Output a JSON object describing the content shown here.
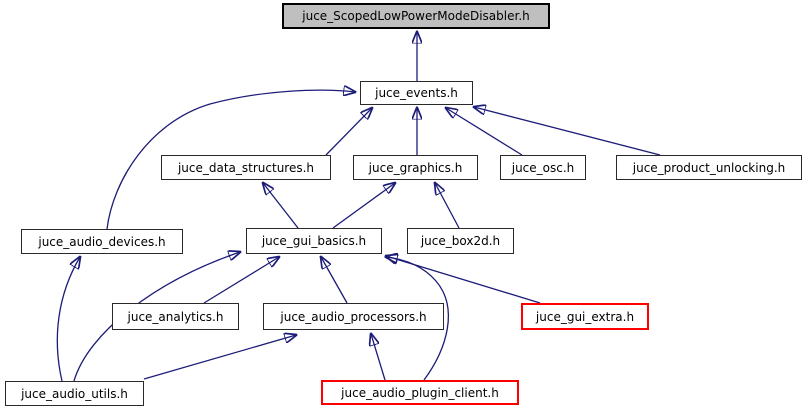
{
  "graph": {
    "kind": "doxygen-included-by-dependency-graph",
    "colors": {
      "edge": "#1c1c78",
      "node_fill": "#ffffff",
      "node_border": "#2a2a2a",
      "current_node_fill": "#bfbfbf",
      "current_node_border": "#000000",
      "alert_node_border": "#ff0000",
      "background": "#ffffff"
    },
    "nodes": [
      {
        "id": "scoped",
        "label": "juce_ScopedLowPowerModeDisabler.h",
        "style": "current"
      },
      {
        "id": "events",
        "label": "juce_events.h",
        "style": "normal"
      },
      {
        "id": "data_structures",
        "label": "juce_data_structures.h",
        "style": "normal"
      },
      {
        "id": "graphics",
        "label": "juce_graphics.h",
        "style": "normal"
      },
      {
        "id": "osc",
        "label": "juce_osc.h",
        "style": "normal"
      },
      {
        "id": "product_unlocking",
        "label": "juce_product_unlocking.h",
        "style": "normal"
      },
      {
        "id": "audio_devices",
        "label": "juce_audio_devices.h",
        "style": "normal"
      },
      {
        "id": "gui_basics",
        "label": "juce_gui_basics.h",
        "style": "normal"
      },
      {
        "id": "box2d",
        "label": "juce_box2d.h",
        "style": "normal"
      },
      {
        "id": "analytics",
        "label": "juce_analytics.h",
        "style": "normal"
      },
      {
        "id": "audio_processors",
        "label": "juce_audio_processors.h",
        "style": "normal"
      },
      {
        "id": "gui_extra",
        "label": "juce_gui_extra.h",
        "style": "red"
      },
      {
        "id": "audio_utils",
        "label": "juce_audio_utils.h",
        "style": "normal"
      },
      {
        "id": "audio_plugin_client",
        "label": "juce_audio_plugin_client.h",
        "style": "red"
      }
    ],
    "edges": [
      {
        "from": "events",
        "to": "scoped"
      },
      {
        "from": "data_structures",
        "to": "events"
      },
      {
        "from": "graphics",
        "to": "events"
      },
      {
        "from": "osc",
        "to": "events"
      },
      {
        "from": "product_unlocking",
        "to": "events"
      },
      {
        "from": "audio_devices",
        "to": "events"
      },
      {
        "from": "gui_basics",
        "to": "data_structures"
      },
      {
        "from": "gui_basics",
        "to": "graphics"
      },
      {
        "from": "box2d",
        "to": "graphics"
      },
      {
        "from": "analytics",
        "to": "gui_basics"
      },
      {
        "from": "audio_processors",
        "to": "gui_basics"
      },
      {
        "from": "gui_extra",
        "to": "gui_basics"
      },
      {
        "from": "audio_utils",
        "to": "audio_devices"
      },
      {
        "from": "audio_utils",
        "to": "gui_basics"
      },
      {
        "from": "audio_utils",
        "to": "audio_processors"
      },
      {
        "from": "audio_plugin_client",
        "to": "audio_processors"
      },
      {
        "from": "audio_plugin_client",
        "to": "gui_basics"
      }
    ]
  }
}
